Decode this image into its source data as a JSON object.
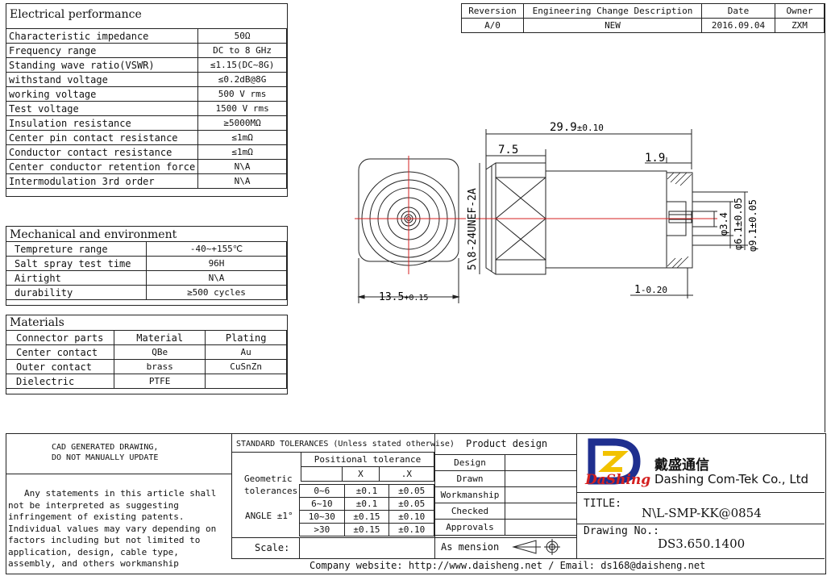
{
  "electrical": {
    "title": "Electrical performance",
    "rows": [
      {
        "k": "Characteristic impedance",
        "v": "50Ω"
      },
      {
        "k": "Frequency range",
        "v": "DC to 8 GHz"
      },
      {
        "k": "Standing wave ratio(VSWR)",
        "v": "≤1.15(DC~8G)"
      },
      {
        "k": "withstand voltage",
        "v": "≤0.2dB@8G"
      },
      {
        "k": "working voltage",
        "v": "500 V rms"
      },
      {
        "k": "Test voltage",
        "v": "1500 V rms"
      },
      {
        "k": "Insulation resistance",
        "v": "≥5000MΩ"
      },
      {
        "k": "Center pin contact resistance",
        "v": "≤1mΩ"
      },
      {
        "k": "Conductor contact resistance",
        "v": "≤1mΩ"
      },
      {
        "k": "Center conductor retention force",
        "v": "N\\A"
      },
      {
        "k": "Intermodulation 3rd order",
        "v": "N\\A"
      }
    ]
  },
  "mechanical": {
    "title": "Mechanical and environment",
    "rows": [
      {
        "k": "Tempreture range",
        "v": "-40~+155℃"
      },
      {
        "k": "Salt spray test time",
        "v": "96H"
      },
      {
        "k": "Airtight",
        "v": "N\\A"
      },
      {
        "k": "durability",
        "v": "≥500 cycles"
      }
    ]
  },
  "materials": {
    "title": "Materials",
    "headers": [
      "Connector parts",
      "Material",
      "Plating"
    ],
    "rows": [
      [
        "Center contact",
        "QBe",
        "Au"
      ],
      [
        "Outer contact",
        "brass",
        "CuSnZn"
      ],
      [
        "Dielectric",
        "PTFE",
        ""
      ]
    ]
  },
  "revision": {
    "headers": [
      "Reversion",
      "Engineering Change Description",
      "Date",
      "Owner"
    ],
    "row": [
      "A/0",
      "NEW",
      "2016.09.04",
      "ZXM"
    ]
  },
  "drawing": {
    "dim_total": "29.9",
    "dim_total_tol": "±0.10",
    "dim_75": "7.5",
    "dim_19": "1.9",
    "dim_thread": "5\\8-24UNEF-2A",
    "dim_135": "13.5",
    "dim_135_tol": "+0.15",
    "dim_1": "1",
    "dim_1_tol": "-0.20",
    "dim_d34": "φ3.4",
    "dim_d61": "φ6.1±0.05",
    "dim_d91": "φ9.1±0.05"
  },
  "title_block": {
    "cad_note_1": "CAD GENERATED DRAWING,",
    "cad_note_2": "DO NOT MANUALLY UPDATE",
    "disclaimer": "Any statements in this article shall not be interpreted as suggesting infringement of existing patents. Individual values may vary depending on factors including but not limited to application, design, cable type, assembly, and others workmanship",
    "std_tol": "STANDARD TOLERANCES (Unless stated otherwise)",
    "geometric": "Geometric tolerances",
    "angle": "ANGLE ±1°",
    "positional": "Positional tolerance",
    "col_x": "X",
    "col_xx": ".X",
    "tol_rows": [
      [
        "0~6",
        "±0.1",
        "±0.05"
      ],
      [
        "6~10",
        "±0.1",
        "±0.05"
      ],
      [
        "10~30",
        "±0.15",
        "±0.10"
      ],
      [
        ">30",
        "±0.15",
        "±0.10"
      ]
    ],
    "scale": "Scale:",
    "product_design": "Product design",
    "roles": [
      "Design",
      "Drawn",
      "Workmanship",
      "Checked",
      "Approvals"
    ],
    "as_mension": "As mension",
    "company_cn": "戴盛通信",
    "company_en": "Dashing Com-Tek Co., Ltd",
    "logo_script": "DaShing",
    "title_label": "TITLE:",
    "title_value": "N\\L-SMP-KK@0854",
    "drawing_no_label": "Drawing No.:",
    "drawing_no": "DS3.650.1400",
    "footer": "Company website: http://www.daisheng.net / Email:  ds168@daisheng.net",
    "brand_blue": "#1f2f8f",
    "brand_red": "#d42020",
    "brand_yellow": "#f2c200"
  }
}
